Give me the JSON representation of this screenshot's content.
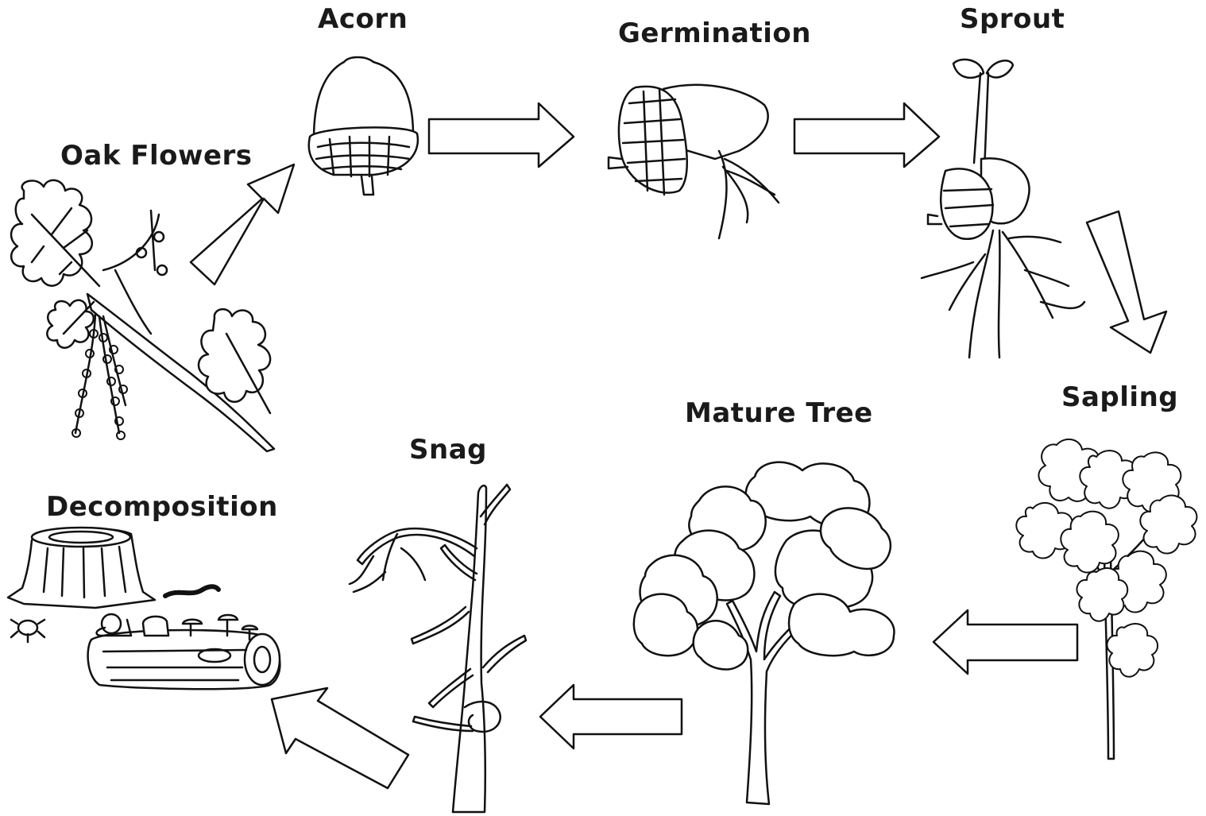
{
  "stages": {
    "oak_flowers": "Oak Flowers",
    "acorn": "Acorn",
    "germination": "Germination",
    "sprout": "Sprout",
    "sapling": "Sapling",
    "mature_tree": "Mature Tree",
    "snag": "Snag",
    "decomposition": "Decomposition"
  },
  "colors": {
    "line": "#111111",
    "background": "#ffffff"
  }
}
